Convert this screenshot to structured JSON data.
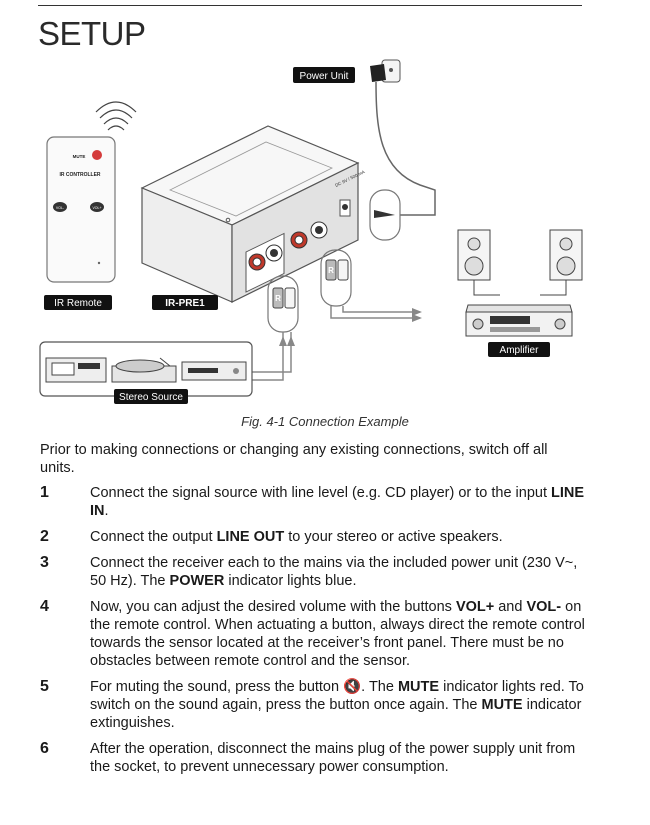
{
  "page": {
    "title": "SETUP"
  },
  "diagram": {
    "labels": {
      "power_unit": "Power Unit",
      "ir_remote": "IR Remote",
      "device": "IR-PRE1",
      "amplifier": "Amplifier",
      "stereo_source": "Stereo Source"
    },
    "remote_texts": {
      "mute": "MUTE",
      "controller": "IR CONTROLLER",
      "vol_minus": "VOL-",
      "vol_plus": "VOL+"
    },
    "device_texts": {
      "power_spec": "DC 9V / 500 mA"
    },
    "channel_marker": "R",
    "caption": "Fig. 4-1 Connection Example"
  },
  "intro": "Prior to making connections or changing any existing connections, switch off all units.",
  "steps": [
    {
      "num": "1",
      "parts": [
        "Connect the signal source with line level (e.g. CD player) or to the input ",
        "LINE IN",
        "."
      ]
    },
    {
      "num": "2",
      "parts": [
        "Connect the output ",
        "LINE OUT",
        " to your stereo or active speakers."
      ]
    },
    {
      "num": "3",
      "parts": [
        "Connect the receiver each to the mains via the included power unit (230 V~, 50 Hz). The ",
        "POWER",
        " indicator lights blue."
      ]
    },
    {
      "num": "4",
      "parts": [
        "Now, you can adjust the desired volume with the buttons ",
        "VOL+",
        " and ",
        "VOL-",
        " on the remote control. When actuating a button, always direct the remote control towards the sensor located at the receiver’s front panel. There must be no obstacles between remote control and the sensor."
      ]
    },
    {
      "num": "5",
      "parts": [
        "For muting the sound, press the button ",
        "🔇",
        ". The ",
        "MUTE",
        " indicator lights red. To switch on the sound again, press the button once again. The ",
        "MUTE",
        " indicator extinguishes."
      ]
    },
    {
      "num": "6",
      "parts": [
        "After the operation, disconnect the mains plug of the power supply unit from the socket, to prevent unnecessary power consumption."
      ]
    }
  ]
}
